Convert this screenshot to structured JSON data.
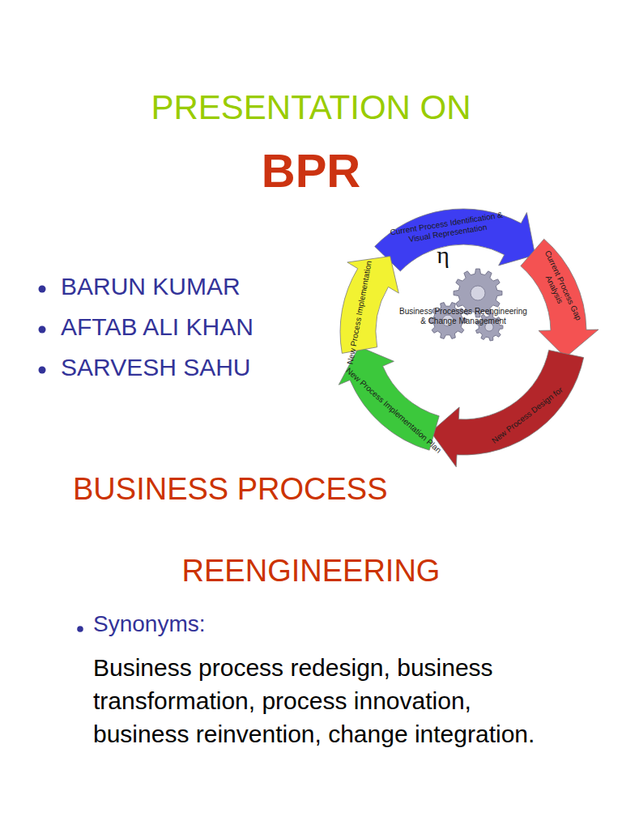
{
  "diagram": {
    "title": "PRESENTATION ON",
    "nodes": [
      {
        "text": [
          "Current Process Identification & Visual Representation"
        ]
      },
      {
        "text": [
          "Current Process Gap Analysis"
        ]
      },
      {
        "text": [
          "New Process Design for"
        ]
      },
      {
        "text": [
          "New Process Implementation Plan"
        ]
      },
      {
        "text": [
          "New Process Implementation"
        ]
      },
      {
        "text": [
          "Business Processes Reengineering & Change Management"
        ]
      }
    ],
    "labels": [
      "BPR",
      "BARUN KUMAR",
      "AFTAB ALI KHAN",
      "SARVESH SAHU",
      "η",
      "BUSINESS PROCESS",
      "REENGINEERING",
      "Synonyms:",
      "Business process redesign, business transformation, process innovation, business reinvention, change integration."
    ]
  }
}
